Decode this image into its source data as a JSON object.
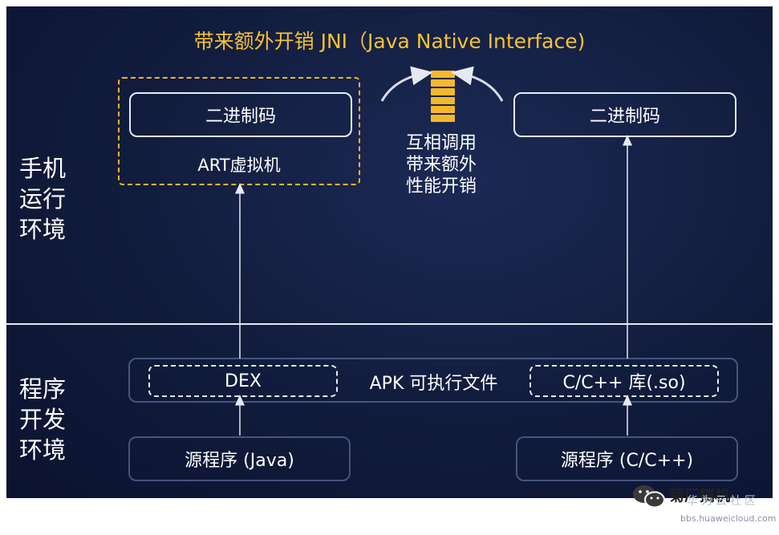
{
  "title": "带来额外开销 JNI（Java Native Interface)",
  "sections": {
    "phone_runtime": "手机\n运行\n环境",
    "dev_env": "程序\n开发\n环境"
  },
  "runtime": {
    "left_binary": "二进制码",
    "right_binary": "二进制码",
    "vm_label": "ART虚拟机",
    "jni_note": "互相调用\n带来额外\n性能开销"
  },
  "build": {
    "dex": "DEX",
    "apk_label": "APK 可执行文件",
    "so": "C/C++ 库(.so)",
    "source_java": "源程序 (Java)",
    "source_c": "源程序 (C/C++)"
  },
  "watermark": {
    "logo": "菊厂搞机",
    "site_cn": "华为云社区",
    "site_url": "bbs.huaweicloud.com"
  },
  "colors": {
    "background": "#111b3b",
    "accent_yellow": "#f6c230",
    "box_border": "#44557e",
    "line": "#e6e9f2"
  },
  "icons": {
    "stack": "layer-stack-icon",
    "arrows": "curved-arrow-icon",
    "wechat": "wechat-icon"
  }
}
